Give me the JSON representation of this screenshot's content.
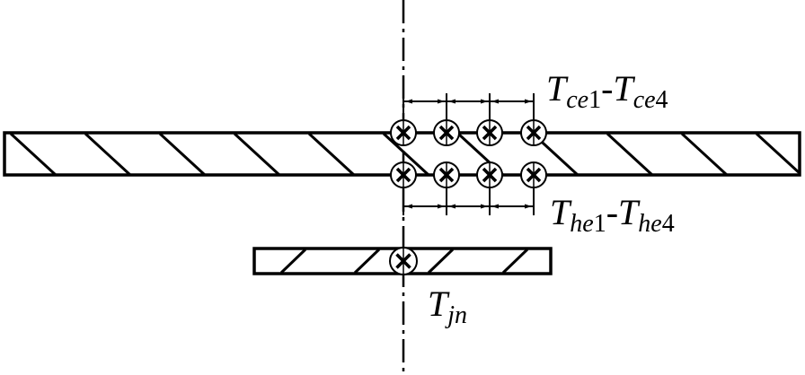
{
  "labels": {
    "top": {
      "main1": "T",
      "sub1": "ce",
      "num1": "1",
      "dash": "-",
      "main2": "T",
      "sub2": "ce",
      "num2": "4"
    },
    "bottom": {
      "main1": "T",
      "sub1": "he",
      "num1": "1",
      "dash": "-",
      "main2": "T",
      "sub2": "he",
      "num2": "4"
    },
    "lower": {
      "main": "T",
      "sub": "jn"
    }
  },
  "colors": {
    "stroke": "#000000",
    "background": "#ffffff"
  }
}
